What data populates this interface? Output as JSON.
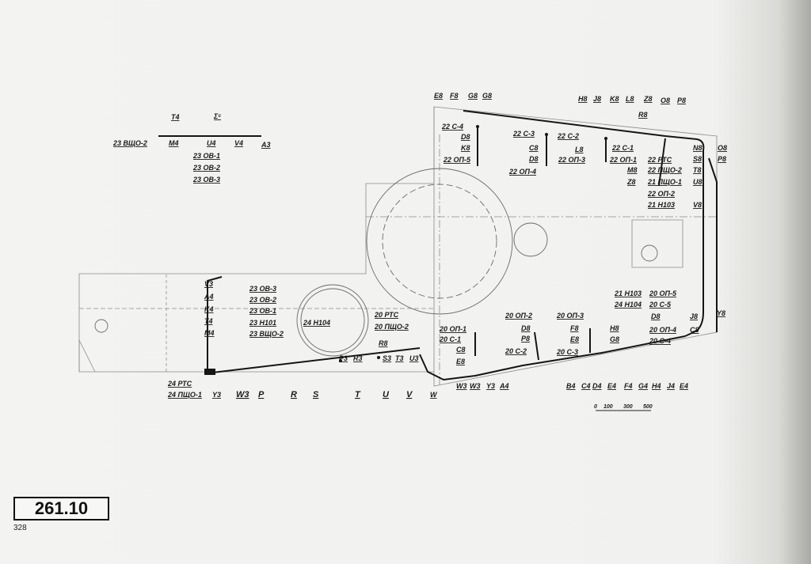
{
  "plate": {
    "number": "261.10",
    "page": "328"
  },
  "scale_bar": {
    "ticks": [
      "0",
      "100",
      "300",
      "500"
    ]
  },
  "labels": [
    "E8",
    "F8",
    "G8",
    "G8",
    "H8",
    "J8",
    "K8",
    "L8",
    "Z8",
    "O8",
    "P8",
    "22 С-4",
    "D8",
    "K8",
    "22 ОП-5",
    "22 С-3",
    "C8",
    "D8",
    "22 ОП-4",
    "22 С-2",
    "L8",
    "22 ОП-3",
    "22 С-1",
    "22 ОП-1",
    "M8",
    "Z8",
    "R8",
    "22 РТС",
    "22 ПЩО-2",
    "21 ПЩО-1",
    "22 ОП-2",
    "21 Н103",
    "N8",
    "S8",
    "T8",
    "U8",
    "V8",
    "O8",
    "P8",
    "21 Н103",
    "24 Н104",
    "20 ОП-5",
    "20 С-5",
    "D8",
    "J8",
    "C8",
    "Y8",
    "20 ОП-1",
    "20 С-1",
    "C8",
    "E8",
    "20 ОП-2",
    "D8",
    "P8",
    "20 С-2",
    "20 ОП-3",
    "F8",
    "E8",
    "20 С-3",
    "H8",
    "G8",
    "20 ОП-4",
    "20 С-4",
    "W3",
    "W3",
    "Y3",
    "A4",
    "B4",
    "C4",
    "D4",
    "E4",
    "F4",
    "G4",
    "H4",
    "J4",
    "E4",
    "24 РТС",
    "24 ПЩО-1",
    "Y3",
    "W3",
    "P",
    "R",
    "S",
    "T",
    "U",
    "V",
    "W",
    "23 ОВ-3",
    "23 ОВ-2",
    "23 ОВ-1",
    "23 Н101",
    "23 ВЩО-2",
    "24 Н104",
    "20 РТС",
    "20 ПЩО-2",
    "R8",
    "P3",
    "R3",
    "S3",
    "T3",
    "U3",
    "V3",
    "A4",
    "K4",
    "T4",
    "M4",
    "T4",
    "Σᶜ",
    "23 ВЩО-2",
    "M4",
    "U4",
    "V4",
    "A3",
    "23 ОВ-1",
    "23 ОВ-2",
    "23 ОВ-3"
  ],
  "colors": {
    "ink": "#1b1b1b",
    "paper": "#f1f1ef"
  }
}
